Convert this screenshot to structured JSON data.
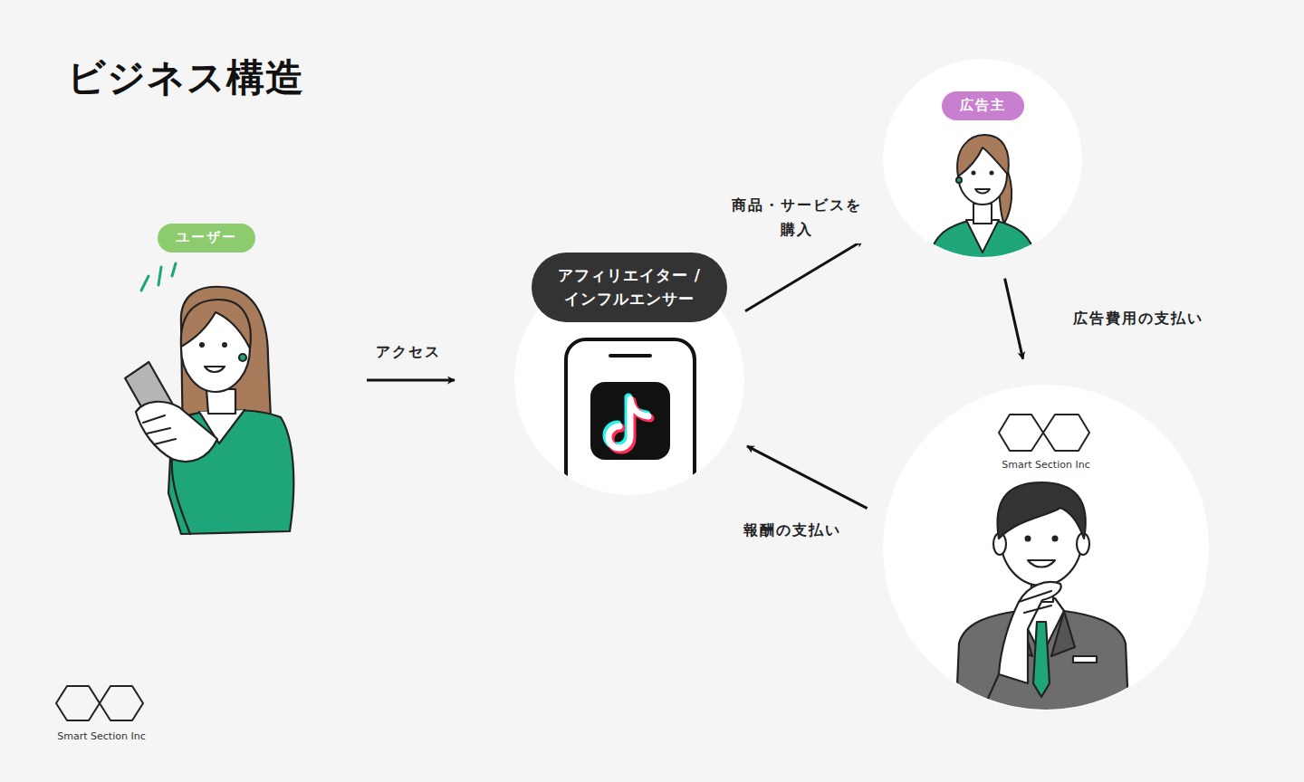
{
  "diagram": {
    "title": "ビジネス構造",
    "nodes": [
      {
        "text": [
          "ユーザー"
        ]
      },
      {
        "text": [
          "アフィリエイター / インフルエンサー"
        ]
      },
      {
        "text": [
          "広告主"
        ]
      },
      {
        "text": [
          "Smart Section Inc"
        ]
      }
    ],
    "edges": [
      {
        "from": 0,
        "to": 1,
        "label": "アクセス",
        "arrow": "to"
      },
      {
        "from": 1,
        "to": 2,
        "label": "商品・サービスを 購入",
        "arrow": "to"
      },
      {
        "from": 2,
        "to": 3,
        "label": "広告費用の支払い",
        "arrow": "to"
      },
      {
        "from": 3,
        "to": 1,
        "label": "報酬の支払い",
        "arrow": "to"
      }
    ],
    "labels": [
      "Smart Section Inc"
    ]
  }
}
